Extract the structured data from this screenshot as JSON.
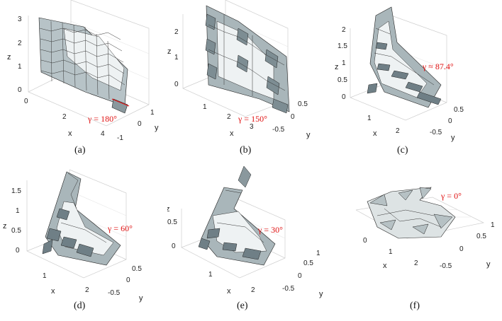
{
  "panels": [
    {
      "id": "a",
      "caption": "(a)",
      "gamma_label": "180°",
      "gamma_prefix": "γ = ",
      "z_ticks": [
        "0",
        "1",
        "2",
        "3"
      ],
      "x_ticks": [
        "0",
        "2",
        "4"
      ],
      "y_ticks": [
        "-1",
        "0",
        "1"
      ],
      "xlabel": "x",
      "ylabel": "y",
      "zlabel": "z"
    },
    {
      "id": "b",
      "caption": "(b)",
      "gamma_label": "150°",
      "gamma_prefix": "γ = ",
      "z_ticks": [
        "0",
        "1",
        "2"
      ],
      "x_ticks": [
        "1",
        "2",
        "3"
      ],
      "y_ticks": [
        "-0.5",
        "0",
        "0.5"
      ],
      "xlabel": "x",
      "ylabel": "y",
      "zlabel": "z"
    },
    {
      "id": "c",
      "caption": "(c)",
      "gamma_label": "87.4°",
      "gamma_prefix": "γ ≈ ",
      "z_ticks": [
        "0",
        "0.5",
        "1",
        "1.5",
        "2"
      ],
      "x_ticks": [
        "1",
        "2"
      ],
      "y_ticks": [
        "-0.5",
        "0",
        "0.5"
      ],
      "xlabel": "x",
      "ylabel": "y",
      "zlabel": "z"
    },
    {
      "id": "d",
      "caption": "(d)",
      "gamma_label": "60°",
      "gamma_prefix": "γ = ",
      "z_ticks": [
        "0",
        "0.5",
        "1",
        "1.5"
      ],
      "x_ticks": [
        "1",
        "2"
      ],
      "y_ticks": [
        "-0.5",
        "0",
        "0.5"
      ],
      "xlabel": "x",
      "ylabel": "y",
      "zlabel": "z"
    },
    {
      "id": "e",
      "caption": "(e)",
      "gamma_label": "30°",
      "gamma_prefix": "γ = ",
      "z_ticks": [
        "0",
        "0.5"
      ],
      "x_ticks": [
        "1",
        "2"
      ],
      "y_ticks": [
        "-0.5",
        "0",
        "0.5",
        "1"
      ],
      "xlabel": "x",
      "ylabel": "y",
      "zlabel": "z"
    },
    {
      "id": "f",
      "caption": "(f)",
      "gamma_label": "0°",
      "gamma_prefix": "γ = ",
      "z_ticks": [],
      "x_ticks": [
        "0",
        "1",
        "2"
      ],
      "y_ticks": [
        "-0.5",
        "0",
        "0.5",
        "1"
      ],
      "xlabel": "x",
      "ylabel": "y",
      "zlabel": ""
    }
  ],
  "colors": {
    "face_dark": "#7f8e94",
    "face_mid": "#aab6ba",
    "face_light": "#e6eced",
    "gamma": "#e01010"
  }
}
